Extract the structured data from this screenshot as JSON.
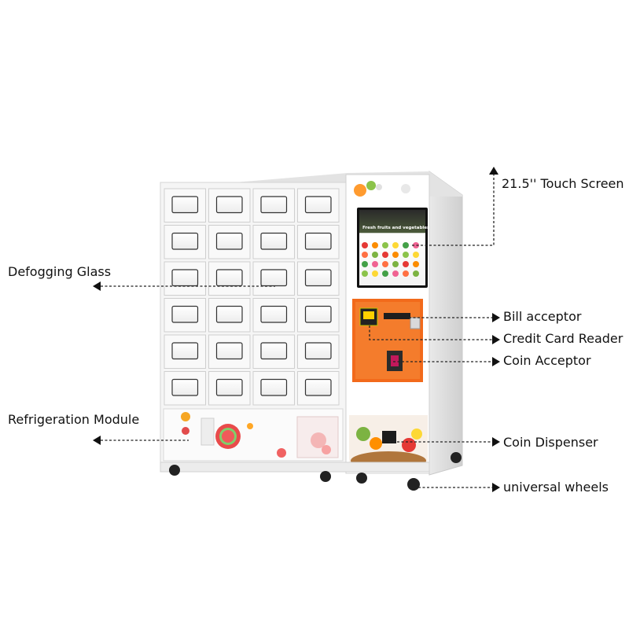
{
  "labels": {
    "touch_screen": "21.5'' Touch Screen",
    "defogging_glass": "Defogging Glass",
    "refrigeration_module": "Refrigeration Module",
    "bill_acceptor": "Bill acceptor",
    "credit_card_reader": "Credit Card Reader",
    "coin_acceptor": "Coin Acceptor",
    "coin_dispenser": "Coin Dispenser",
    "universal_wheels": "universal wheels"
  },
  "screen_text": "Fresh fruits and vegetables",
  "locker_grid": {
    "rows": 6,
    "columns": 4
  },
  "colors": {
    "cabinet": "#f4f4f4",
    "cabinet_edge": "#d6d6d6",
    "payment_panel": "#f26a1b",
    "screen_dark": "#1c1c1c",
    "callout_line": "#222222",
    "wheel": "#222222"
  }
}
